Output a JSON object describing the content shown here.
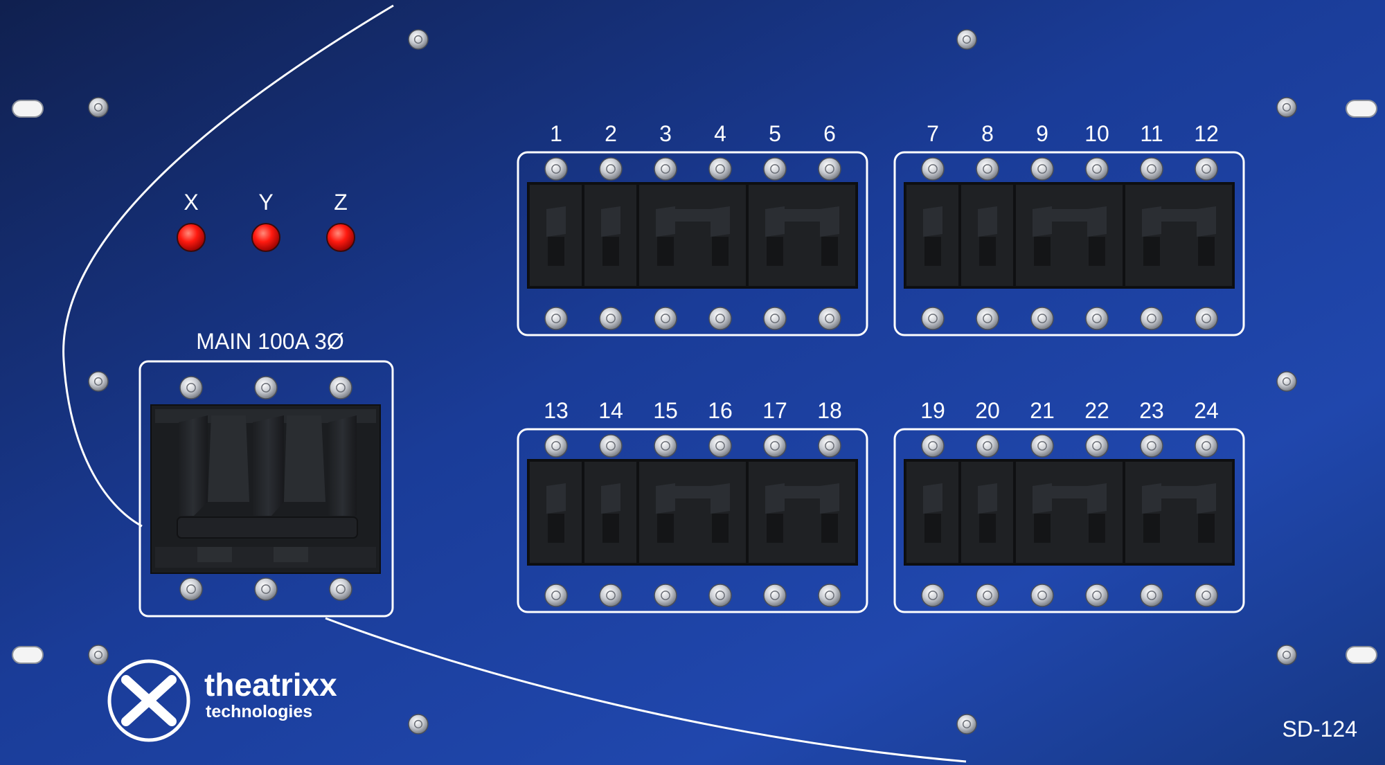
{
  "panel": {
    "colors": {
      "plate_dark": "#0c1b4a",
      "plate_mid": "#17378f",
      "plate_light": "#2248b0",
      "line": "#ffffff",
      "led_red": "#e01010",
      "breaker_body": "#1b1d20"
    },
    "phase_leds": [
      {
        "label": "X",
        "state": "on"
      },
      {
        "label": "Y",
        "state": "on"
      },
      {
        "label": "Z",
        "state": "on"
      }
    ],
    "main_breaker": {
      "label": "MAIN 100A 3Ø"
    },
    "breaker_banks": [
      {
        "channels": [
          "1",
          "2",
          "3",
          "4",
          "5",
          "6"
        ]
      },
      {
        "channels": [
          "7",
          "8",
          "9",
          "10",
          "11",
          "12"
        ]
      },
      {
        "channels": [
          "13",
          "14",
          "15",
          "16",
          "17",
          "18"
        ]
      },
      {
        "channels": [
          "19",
          "20",
          "21",
          "22",
          "23",
          "24"
        ]
      }
    ],
    "brand": {
      "name": "theatrixx",
      "sub": "technologies",
      "mark_icon": "x-logo-icon"
    },
    "model": "SD-124"
  }
}
